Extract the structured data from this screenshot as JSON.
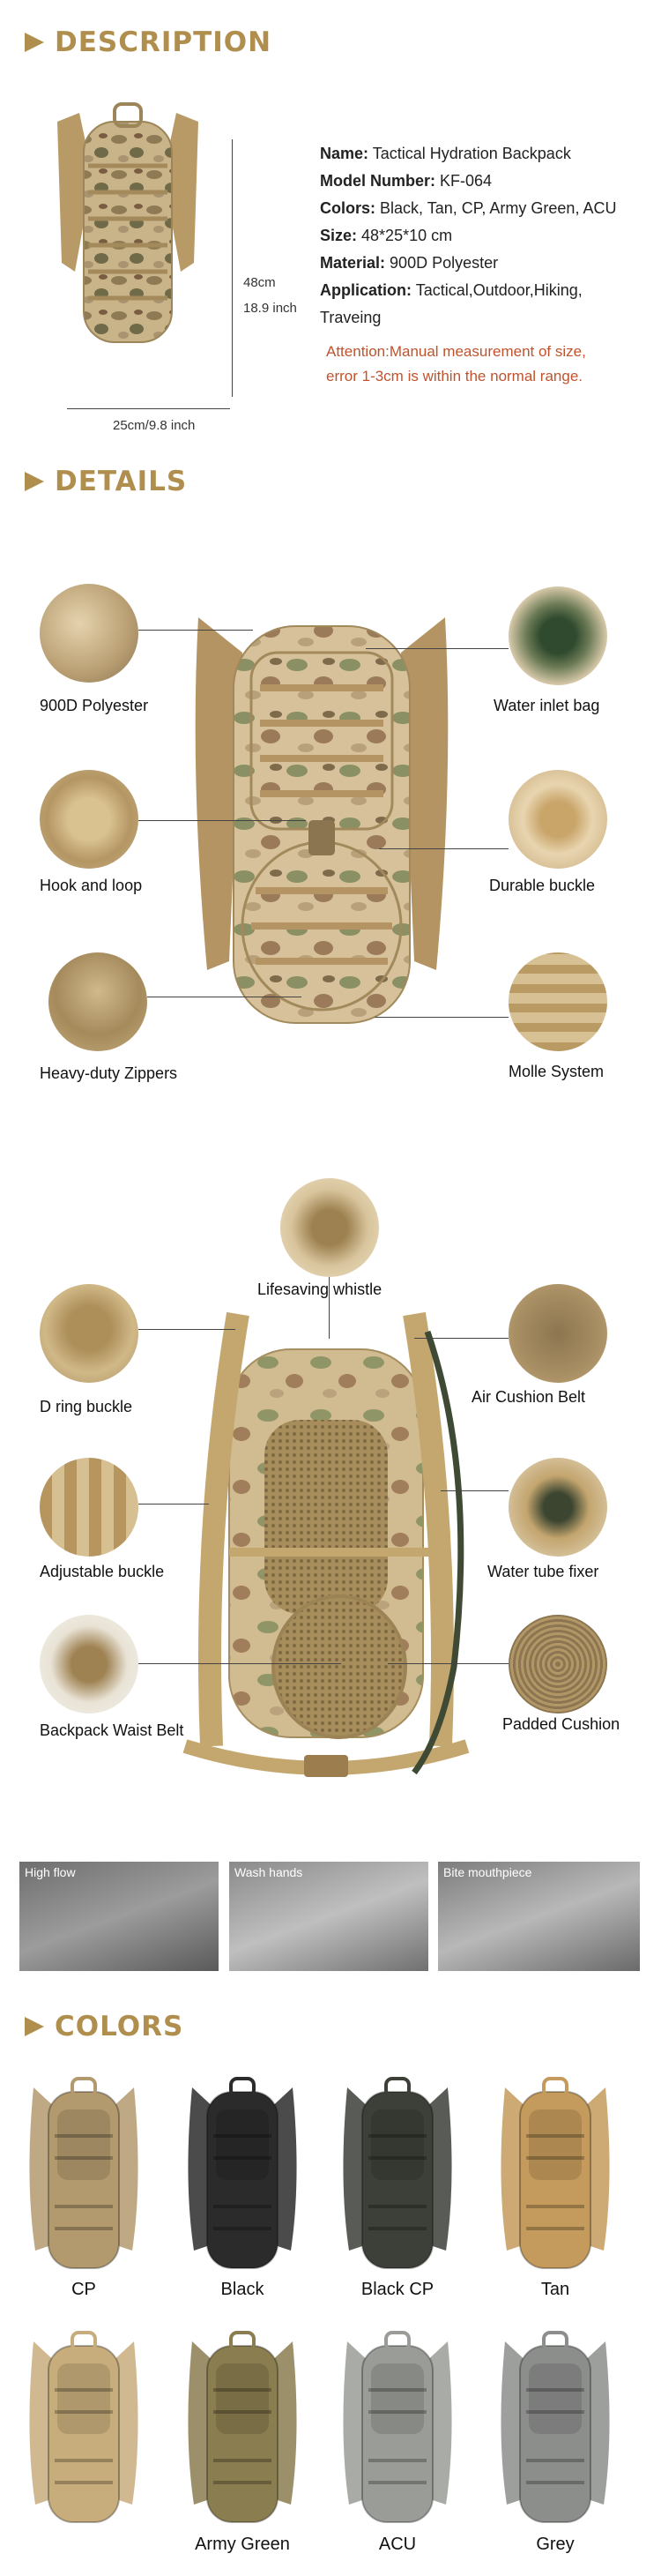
{
  "sections": {
    "description": "DESCRIPTION",
    "details": "DETAILS",
    "colors": "COLORS"
  },
  "specs": {
    "name_label": "Name:",
    "name_value": "Tactical Hydration Backpack",
    "model_label": "Model Number:",
    "model_value": "KF-064",
    "colors_label": "Colors:",
    "colors_value": "Black, Tan,  CP, Army Green, ACU",
    "size_label": "Size:",
    "size_value": "48*25*10 cm",
    "material_label": "Material:",
    "material_value": "900D Polyester",
    "application_label": "Application:",
    "application_value": "Tactical,Outdoor,Hiking,",
    "application_value2": "Traveing",
    "attention_line1": "Attention:Manual measurement of size,",
    "attention_line2": "error 1-3cm is within the normal range."
  },
  "dimensions": {
    "height_cm": "48cm",
    "height_in": "18.9 inch",
    "width": "25cm/9.8 inch"
  },
  "front_features": {
    "polyester": "900D Polyester",
    "hook_loop": "Hook and loop",
    "zippers": "Heavy-duty Zippers",
    "water_inlet": "Water inlet bag",
    "durable_buckle": "Durable  buckle",
    "molle": "Molle System"
  },
  "back_features": {
    "whistle": "Lifesaving whistle",
    "d_ring": "D ring buckle",
    "adjustable": "Adjustable buckle",
    "waist_belt": "Backpack Waist Belt",
    "air_cushion": "Air Cushion Belt",
    "tube_fixer": "Water tube fixer",
    "padded": "Padded Cushion"
  },
  "usage_panels": [
    "High flow",
    "Wash hands",
    "Bite mouthpiece"
  ],
  "color_options": [
    {
      "name": "CP",
      "color": "#b39a6e"
    },
    {
      "name": "Black",
      "color": "#2b2b2b"
    },
    {
      "name": "Black CP",
      "color": "#3c4038"
    },
    {
      "name": "Tan",
      "color": "#c49b5c"
    },
    {
      "name": "",
      "color": "#c8ad7c"
    },
    {
      "name": "Army Green",
      "color": "#8a7d4f"
    },
    {
      "name": "ACU",
      "color": "#9a9c98"
    },
    {
      "name": "Grey",
      "color": "#8c8e8c"
    }
  ]
}
